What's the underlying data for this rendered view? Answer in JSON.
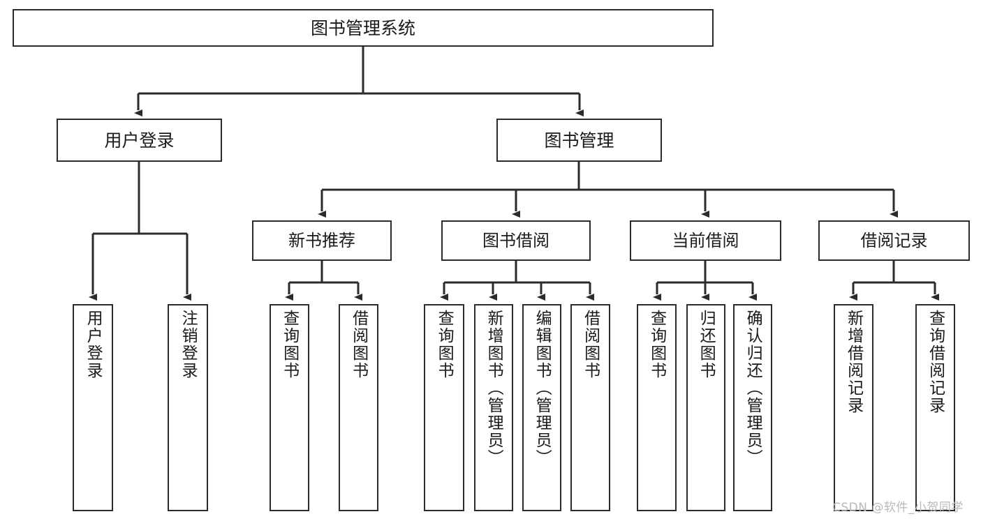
{
  "diagram": {
    "title": "图书管理系统",
    "type": "tree-hierarchy-chart",
    "orientation": "top-down",
    "colors": {
      "box_border": "#2b2b2b",
      "box_fill": "#ffffff",
      "edge": "#2b2b2b",
      "text": "#1a1a1a",
      "watermark": "#b9b9b9",
      "background": "#ffffff"
    }
  },
  "root": {
    "label": "图书管理系统"
  },
  "level1": [
    {
      "label": "用户登录"
    },
    {
      "label": "图书管理"
    }
  ],
  "level2": [
    {
      "label": "新书推荐"
    },
    {
      "label": "图书借阅"
    },
    {
      "label": "当前借阅"
    },
    {
      "label": "借阅记录"
    }
  ],
  "leaves": {
    "user_login": [
      {
        "label": "用户登录"
      },
      {
        "label": "注销登录"
      }
    ],
    "new_book_recommend": [
      {
        "label": "查询图书"
      },
      {
        "label": "借阅图书"
      }
    ],
    "book_borrow": [
      {
        "label": "查询图书"
      },
      {
        "label": "新增图书（管理员）"
      },
      {
        "label": "编辑图书（管理员）"
      },
      {
        "label": "借阅图书"
      }
    ],
    "current_borrow": [
      {
        "label": "查询图书"
      },
      {
        "label": "归还图书"
      },
      {
        "label": "确认归还（管理员）"
      }
    ],
    "borrow_record": [
      {
        "label": "新增借阅记录"
      },
      {
        "label": "查询借阅记录"
      }
    ]
  },
  "watermark": {
    "text": "CSDN @软件_小贺同学"
  }
}
